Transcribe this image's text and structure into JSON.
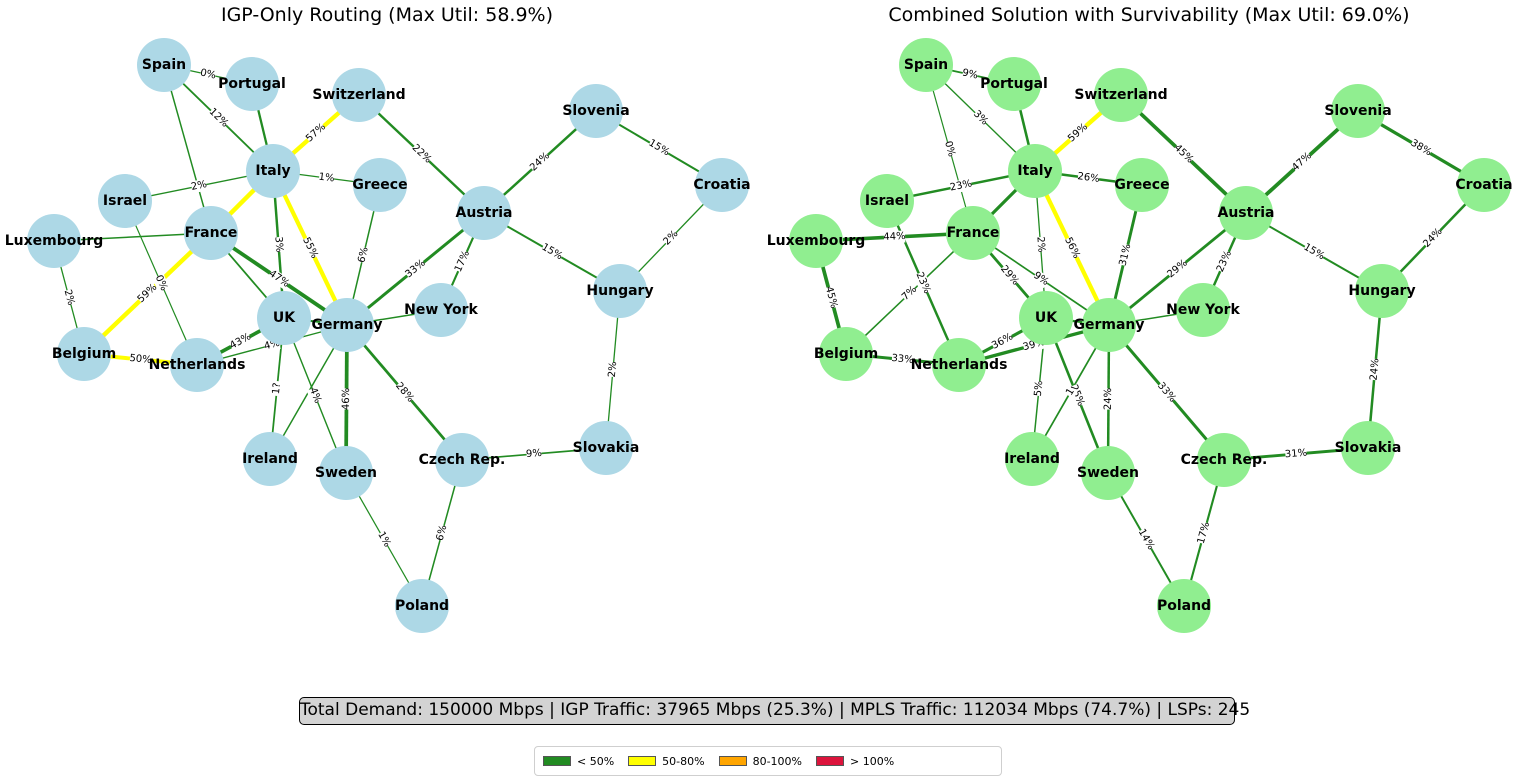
{
  "panels": [
    {
      "title": "IGP-Only Routing (Max Util: 58.9%)",
      "node_color": "#add8e6",
      "nodes": [
        {
          "id": "spain",
          "label": "Spain"
        },
        {
          "id": "portugal",
          "label": "Portugal"
        },
        {
          "id": "switzerland",
          "label": "Switzerland"
        },
        {
          "id": "slovenia",
          "label": "Slovenia"
        },
        {
          "id": "italy",
          "label": "Italy"
        },
        {
          "id": "greece",
          "label": "Greece"
        },
        {
          "id": "croatia",
          "label": "Croatia"
        },
        {
          "id": "israel",
          "label": "Israel"
        },
        {
          "id": "austria",
          "label": "Austria"
        },
        {
          "id": "luxembourg",
          "label": "Luxembourg"
        },
        {
          "id": "france",
          "label": "France"
        },
        {
          "id": "hungary",
          "label": "Hungary"
        },
        {
          "id": "uk",
          "label": "UK"
        },
        {
          "id": "newyork",
          "label": "New York"
        },
        {
          "id": "germany",
          "label": "Germany"
        },
        {
          "id": "belgium",
          "label": "Belgium"
        },
        {
          "id": "netherlands",
          "label": "Netherlands"
        },
        {
          "id": "slovakia",
          "label": "Slovakia"
        },
        {
          "id": "ireland",
          "label": "Ireland"
        },
        {
          "id": "sweden",
          "label": "Sweden"
        },
        {
          "id": "czech",
          "label": "Czech Rep."
        },
        {
          "id": "poland",
          "label": "Poland"
        }
      ],
      "edges": [
        {
          "from": "spain",
          "to": "portugal",
          "label": "0%",
          "util": 0
        },
        {
          "from": "spain",
          "to": "italy",
          "label": "12%",
          "util": 12
        },
        {
          "from": "spain",
          "to": "france",
          "label": "",
          "util": 5
        },
        {
          "from": "portugal",
          "to": "italy",
          "label": "",
          "util": 20
        },
        {
          "from": "italy",
          "to": "switzerland",
          "label": "57%",
          "util": 57
        },
        {
          "from": "italy",
          "to": "greece",
          "label": "1%",
          "util": 1
        },
        {
          "from": "italy",
          "to": "israel",
          "label": "2%",
          "util": 2
        },
        {
          "from": "italy",
          "to": "france",
          "label": "",
          "util": 58.9
        },
        {
          "from": "italy",
          "to": "uk",
          "label": "3%",
          "util": 23
        },
        {
          "from": "italy",
          "to": "germany",
          "label": "55%",
          "util": 55
        },
        {
          "from": "switzerland",
          "to": "austria",
          "label": "22%",
          "util": 22
        },
        {
          "from": "greece",
          "to": "germany",
          "label": "6%",
          "util": 6
        },
        {
          "from": "israel",
          "to": "netherlands",
          "label": "0%",
          "util": 0
        },
        {
          "from": "luxembourg",
          "to": "france",
          "label": "",
          "util": 5
        },
        {
          "from": "luxembourg",
          "to": "belgium",
          "label": "2%",
          "util": 2
        },
        {
          "from": "france",
          "to": "belgium",
          "label": "59%",
          "util": 58.9
        },
        {
          "from": "france",
          "to": "germany",
          "label": "47%",
          "util": 47
        },
        {
          "from": "france",
          "to": "uk",
          "label": "",
          "util": 10
        },
        {
          "from": "belgium",
          "to": "netherlands",
          "label": "50%",
          "util": 50
        },
        {
          "from": "netherlands",
          "to": "uk",
          "label": "43%",
          "util": 43
        },
        {
          "from": "netherlands",
          "to": "germany",
          "label": "4%",
          "util": 4
        },
        {
          "from": "uk",
          "to": "germany",
          "label": "",
          "util": 15
        },
        {
          "from": "uk",
          "to": "ireland",
          "label": "1?",
          "util": 10
        },
        {
          "from": "uk",
          "to": "sweden",
          "label": "4%",
          "util": 4
        },
        {
          "from": "germany",
          "to": "ireland",
          "label": "",
          "util": 5
        },
        {
          "from": "germany",
          "to": "austria",
          "label": "33%",
          "util": 33
        },
        {
          "from": "germany",
          "to": "newyork",
          "label": "",
          "util": 5
        },
        {
          "from": "germany",
          "to": "sweden",
          "label": "46%",
          "util": 46
        },
        {
          "from": "germany",
          "to": "czech",
          "label": "28%",
          "util": 28
        },
        {
          "from": "austria",
          "to": "slovenia",
          "label": "24%",
          "util": 24
        },
        {
          "from": "austria",
          "to": "hungary",
          "label": "15%",
          "util": 15
        },
        {
          "from": "austria",
          "to": "newyork",
          "label": "17%",
          "util": 17
        },
        {
          "from": "slovenia",
          "to": "croatia",
          "label": "15%",
          "util": 15
        },
        {
          "from": "croatia",
          "to": "hungary",
          "label": "2%",
          "util": 2
        },
        {
          "from": "hungary",
          "to": "slovakia",
          "label": "2%",
          "util": 2
        },
        {
          "from": "slovakia",
          "to": "czech",
          "label": "9%",
          "util": 9
        },
        {
          "from": "czech",
          "to": "poland",
          "label": "6%",
          "util": 6
        },
        {
          "from": "sweden",
          "to": "poland",
          "label": "1%",
          "util": 1
        }
      ]
    },
    {
      "title": "Combined Solution with Survivability (Max Util: 69.0%)",
      "node_color": "#90ee90",
      "nodes": [
        {
          "id": "spain",
          "label": "Spain"
        },
        {
          "id": "portugal",
          "label": "Portugal"
        },
        {
          "id": "switzerland",
          "label": "Switzerland"
        },
        {
          "id": "slovenia",
          "label": "Slovenia"
        },
        {
          "id": "italy",
          "label": "Italy"
        },
        {
          "id": "greece",
          "label": "Greece"
        },
        {
          "id": "croatia",
          "label": "Croatia"
        },
        {
          "id": "israel",
          "label": "Israel"
        },
        {
          "id": "austria",
          "label": "Austria"
        },
        {
          "id": "luxembourg",
          "label": "Luxembourg"
        },
        {
          "id": "france",
          "label": "France"
        },
        {
          "id": "hungary",
          "label": "Hungary"
        },
        {
          "id": "uk",
          "label": "UK"
        },
        {
          "id": "newyork",
          "label": "New York"
        },
        {
          "id": "germany",
          "label": "Germany"
        },
        {
          "id": "belgium",
          "label": "Belgium"
        },
        {
          "id": "netherlands",
          "label": "Netherlands"
        },
        {
          "id": "slovakia",
          "label": "Slovakia"
        },
        {
          "id": "ireland",
          "label": "Ireland"
        },
        {
          "id": "sweden",
          "label": "Sweden"
        },
        {
          "id": "czech",
          "label": "Czech Rep."
        },
        {
          "id": "poland",
          "label": "Poland"
        }
      ],
      "edges": [
        {
          "from": "spain",
          "to": "portugal",
          "label": "9%",
          "util": 9
        },
        {
          "from": "spain",
          "to": "italy",
          "label": "3%",
          "util": 3
        },
        {
          "from": "spain",
          "to": "france",
          "label": "0%",
          "util": 0
        },
        {
          "from": "portugal",
          "to": "italy",
          "label": "",
          "util": 25
        },
        {
          "from": "italy",
          "to": "switzerland",
          "label": "59%",
          "util": 59
        },
        {
          "from": "italy",
          "to": "greece",
          "label": "26%",
          "util": 26
        },
        {
          "from": "italy",
          "to": "israel",
          "label": "23%",
          "util": 23
        },
        {
          "from": "italy",
          "to": "france",
          "label": "",
          "util": 35
        },
        {
          "from": "italy",
          "to": "uk",
          "label": "2%",
          "util": 2
        },
        {
          "from": "italy",
          "to": "germany",
          "label": "56%",
          "util": 56
        },
        {
          "from": "switzerland",
          "to": "austria",
          "label": "45%",
          "util": 45
        },
        {
          "from": "greece",
          "to": "germany",
          "label": "31%",
          "util": 31
        },
        {
          "from": "israel",
          "to": "netherlands",
          "label": "23%",
          "util": 23
        },
        {
          "from": "luxembourg",
          "to": "france",
          "label": "44%",
          "util": 44
        },
        {
          "from": "luxembourg",
          "to": "belgium",
          "label": "45%",
          "util": 45
        },
        {
          "from": "france",
          "to": "belgium",
          "label": "7%",
          "util": 7
        },
        {
          "from": "france",
          "to": "uk",
          "label": "29%",
          "util": 29
        },
        {
          "from": "france",
          "to": "germany",
          "label": "9%",
          "util": 9
        },
        {
          "from": "belgium",
          "to": "netherlands",
          "label": "33%",
          "util": 33
        },
        {
          "from": "netherlands",
          "to": "uk",
          "label": "36%",
          "util": 36
        },
        {
          "from": "netherlands",
          "to": "germany",
          "label": "39%",
          "util": 39
        },
        {
          "from": "uk",
          "to": "germany",
          "label": "",
          "util": 20
        },
        {
          "from": "uk",
          "to": "ireland",
          "label": "5%",
          "util": 5
        },
        {
          "from": "uk",
          "to": "sweden",
          "label": "25%",
          "util": 25
        },
        {
          "from": "germany",
          "to": "ireland",
          "label": "1",
          "util": 10
        },
        {
          "from": "germany",
          "to": "austria",
          "label": "29%",
          "util": 29
        },
        {
          "from": "germany",
          "to": "newyork",
          "label": "",
          "util": 5
        },
        {
          "from": "germany",
          "to": "sweden",
          "label": "24%",
          "util": 24
        },
        {
          "from": "germany",
          "to": "czech",
          "label": "33%",
          "util": 33
        },
        {
          "from": "austria",
          "to": "slovenia",
          "label": "47%",
          "util": 47
        },
        {
          "from": "austria",
          "to": "hungary",
          "label": "15%",
          "util": 15
        },
        {
          "from": "austria",
          "to": "newyork",
          "label": "23%",
          "util": 23
        },
        {
          "from": "slovenia",
          "to": "croatia",
          "label": "38%",
          "util": 38
        },
        {
          "from": "croatia",
          "to": "hungary",
          "label": "24%",
          "util": 24
        },
        {
          "from": "hungary",
          "to": "slovakia",
          "label": "24%",
          "util": 24
        },
        {
          "from": "slovakia",
          "to": "czech",
          "label": "31%",
          "util": 31
        },
        {
          "from": "czech",
          "to": "poland",
          "label": "17%",
          "util": 17
        },
        {
          "from": "sweden",
          "to": "poland",
          "label": "14%",
          "util": 14
        }
      ]
    }
  ],
  "summary": "Total Demand: 150000 Mbps | IGP Traffic: 37965 Mbps (25.3%) | MPLS Traffic: 112034 Mbps (74.7%) | LSPs: 245",
  "legend": [
    {
      "label": "< 50%",
      "color": "#228b22"
    },
    {
      "label": "50-80%",
      "color": "#ffff00"
    },
    {
      "label": "80-100%",
      "color": "#ffa500"
    },
    {
      "label": "> 100%",
      "color": "#dc143c"
    }
  ],
  "colors": {
    "low": "#228b22",
    "medium": "#ffff00",
    "high": "#ffa500",
    "over": "#dc143c"
  }
}
